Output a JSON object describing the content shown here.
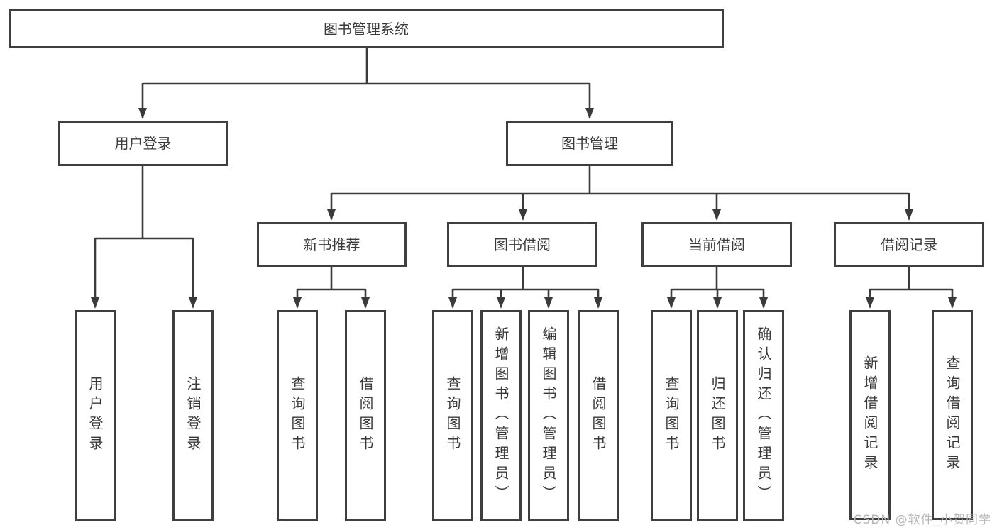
{
  "tree": {
    "label": "图书管理系统",
    "children": [
      {
        "label": "用户登录",
        "children": [
          {
            "label": "用户登录"
          },
          {
            "label": "注销登录"
          }
        ]
      },
      {
        "label": "图书管理",
        "children": [
          {
            "label": "新书推荐",
            "children": [
              {
                "label": "查询图书"
              },
              {
                "label": "借阅图书"
              }
            ]
          },
          {
            "label": "图书借阅",
            "children": [
              {
                "label": "查询图书"
              },
              {
                "label": "新增图书（管理员）"
              },
              {
                "label": "编辑图书（管理员）"
              },
              {
                "label": "借阅图书"
              }
            ]
          },
          {
            "label": "当前借阅",
            "children": [
              {
                "label": "查询图书"
              },
              {
                "label": "归还图书"
              },
              {
                "label": "确认归还（管理员）"
              }
            ]
          },
          {
            "label": "借阅记录",
            "children": [
              {
                "label": "新增借阅记录"
              },
              {
                "label": "查询借阅记录"
              }
            ]
          }
        ]
      }
    ]
  },
  "watermark": "CSDN @软件_小贺同学",
  "colors": {
    "line": "#3a3a3a",
    "box_border": "#3f3f3f",
    "text": "#3a3a3a",
    "watermark_text": "#b7b7b7",
    "background": "#ffffff"
  }
}
